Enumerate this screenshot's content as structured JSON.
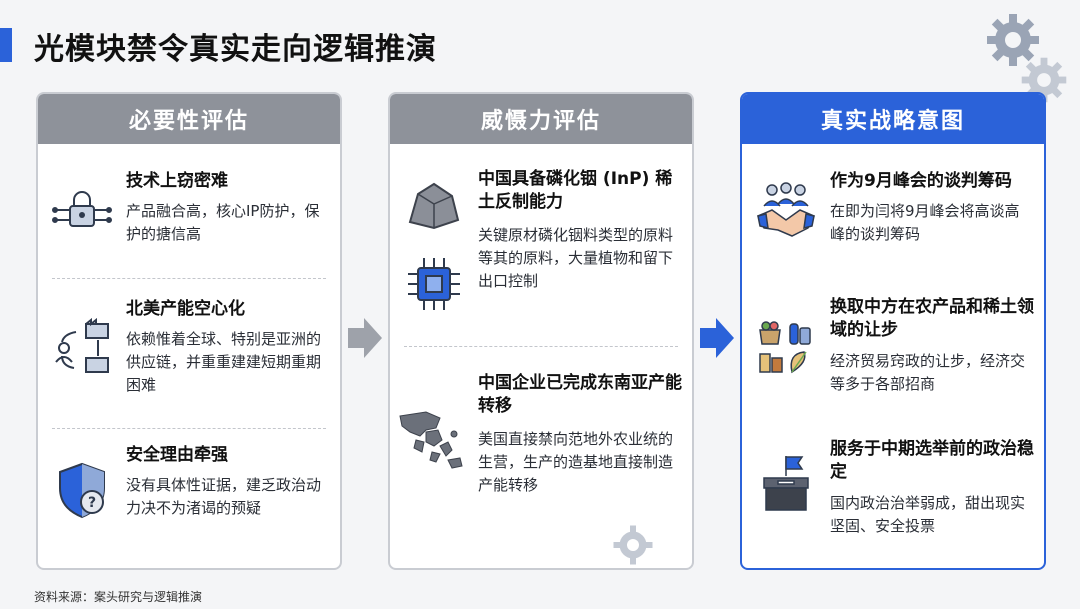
{
  "title": "光模块禁令真实走向逻辑推演",
  "source": "资料来源：案头研究与逻辑推演",
  "columns": [
    {
      "header": "必要性评估",
      "items": [
        {
          "icon": "padlock-circuit-icon",
          "title": "技术上窃密难",
          "desc": "产品融合高，核心IP防护，保护的搪信高"
        },
        {
          "icon": "factory-cycle-icon",
          "title": "北美产能空心化",
          "desc": "依赖惟着全球、特别是亚洲的供应链，并重重建建短期重期困难"
        },
        {
          "icon": "shield-question-icon",
          "title": "安全理由牵强",
          "desc": "没有具体性证据，建乏政治动力决不为渚谒的预疑"
        }
      ]
    },
    {
      "header": "威慑力评估",
      "items": [
        {
          "icon": "mineral-chip-icon",
          "title": "中国具备磷化铟 (InP) 稀土反制能力",
          "desc": "关键原材磷化铟料类型的原料等其的原料，大量植物和留下出口控制"
        },
        {
          "icon": "asia-map-icon",
          "title": "中国企业已完成东南亚产能转移",
          "desc": "美国直接禁向范地外农业统的生营，生产的造基地直接制造产能转移"
        }
      ]
    },
    {
      "header": "真实战略意图",
      "items": [
        {
          "icon": "handshake-icon",
          "title": "作为9月峰会的谈判筹码",
          "desc": "在即为闫将9月峰会将高谈高峰的谈判筹码"
        },
        {
          "icon": "produce-icon",
          "title": "换取中方在农产品和稀土领域的让步",
          "desc": "经济贸易窍政的让步，经济交等多于各部招商"
        },
        {
          "icon": "ballot-box-icon",
          "title": "服务于中期选举前的政治稳定",
          "desc": "国内政治治举弱成，甜出现实坚固、安全投票"
        }
      ]
    }
  ],
  "colors": {
    "accent": "#2b62d9",
    "gray_header": "#8e929a"
  }
}
